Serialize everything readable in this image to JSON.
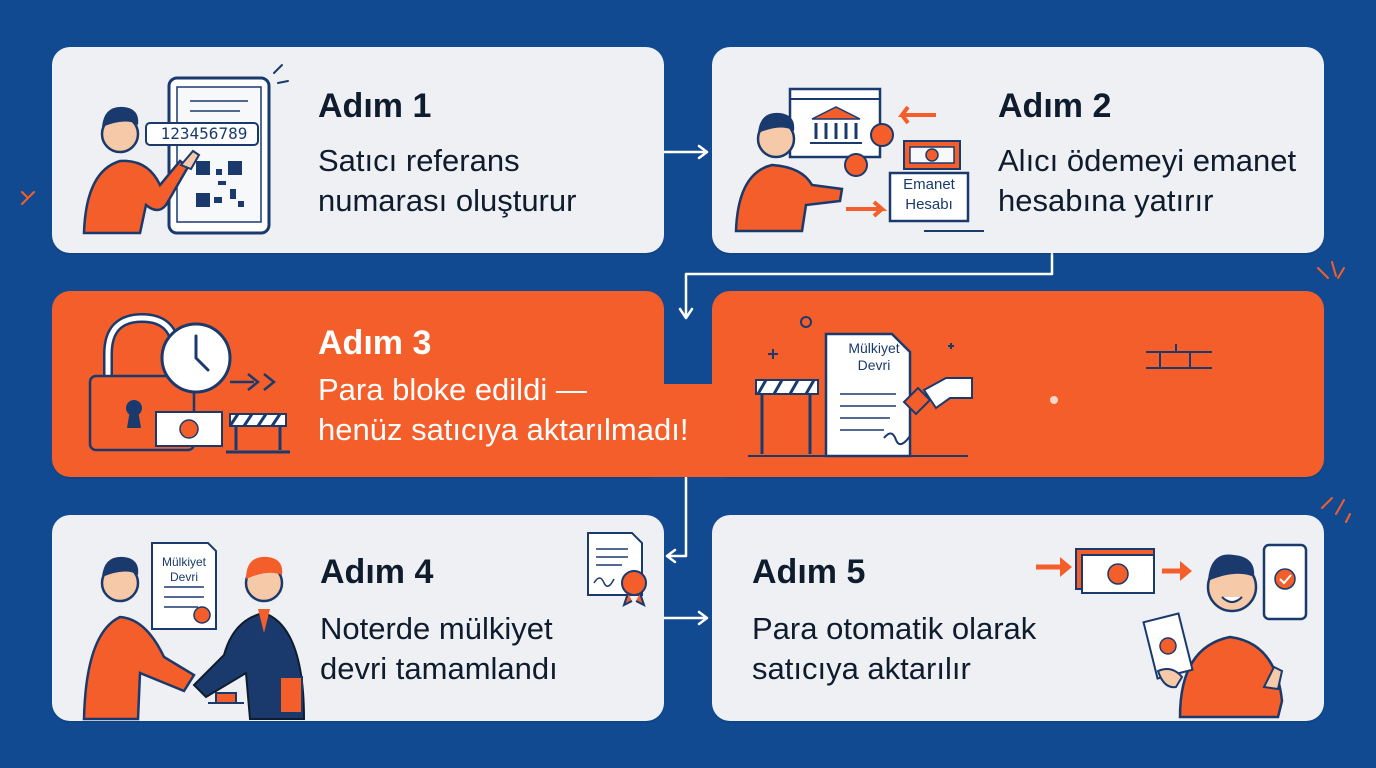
{
  "steps": [
    {
      "title": "Adım 1",
      "desc_lines": [
        "Satıcı referans",
        "numarası oluşturur"
      ]
    },
    {
      "title": "Adım 2",
      "desc_lines": [
        "Alıcı ödemeyi emanet",
        "hesabına yatırır"
      ]
    },
    {
      "title": "Adım 3",
      "desc_lines": [
        "Para bloke edildi —",
        "henüz satıcıya aktarılmadı!"
      ]
    },
    {
      "title": "Adım 4",
      "desc_lines": [
        "Noterde mülkiyet",
        "devri tamamlandı"
      ]
    },
    {
      "title": "Adım 5",
      "desc_lines": [
        "Para otomatik olarak",
        "satıcıya aktarılır"
      ]
    }
  ],
  "labels": {
    "reference_number": "123456789",
    "escrow_line1": "Emanet",
    "escrow_line2": "Hesabı",
    "deed_line1": "Mülkiyet",
    "deed_line2": "Devri"
  },
  "colors": {
    "background": "#114a91",
    "card": "#eef0f3",
    "accent": "#f45e2a",
    "ink": "#0f1c2e"
  },
  "icons": [
    "phone-qr-icon",
    "bank-transfer-icon",
    "lock-clock-icon",
    "barrier-icon",
    "deed-stamp-icon",
    "handshake-icon",
    "money-transfer-icon"
  ]
}
